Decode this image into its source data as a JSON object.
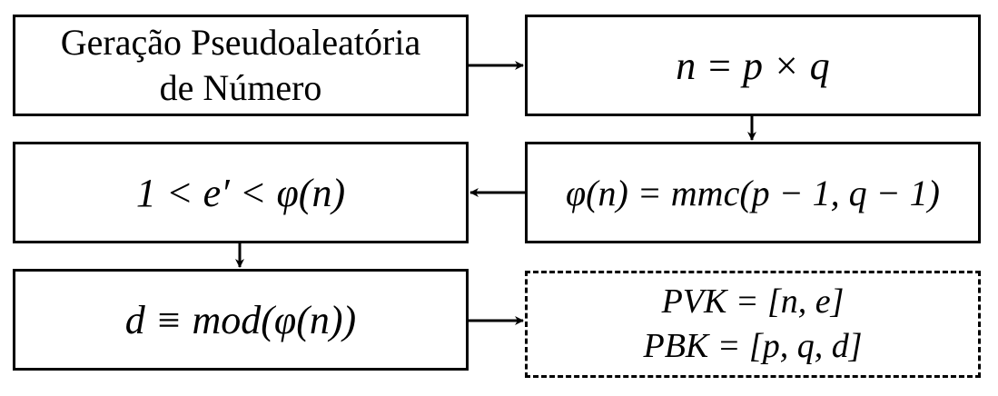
{
  "nodes": {
    "generation": {
      "line1": "Geração Pseudoaleatória",
      "line2": "de Número"
    },
    "modulus": {
      "formula": "n = p × q"
    },
    "totient": {
      "formula": "φ(n) = mmc(p − 1, q − 1)"
    },
    "public_exponent": {
      "formula": "1 < e′ < φ(n)"
    },
    "private_exponent": {
      "formula": "d ≡ mod(φ(n))"
    },
    "keys": {
      "line1": "PVK = [n, e]",
      "line2": "PBK = [p, q, d]"
    }
  }
}
